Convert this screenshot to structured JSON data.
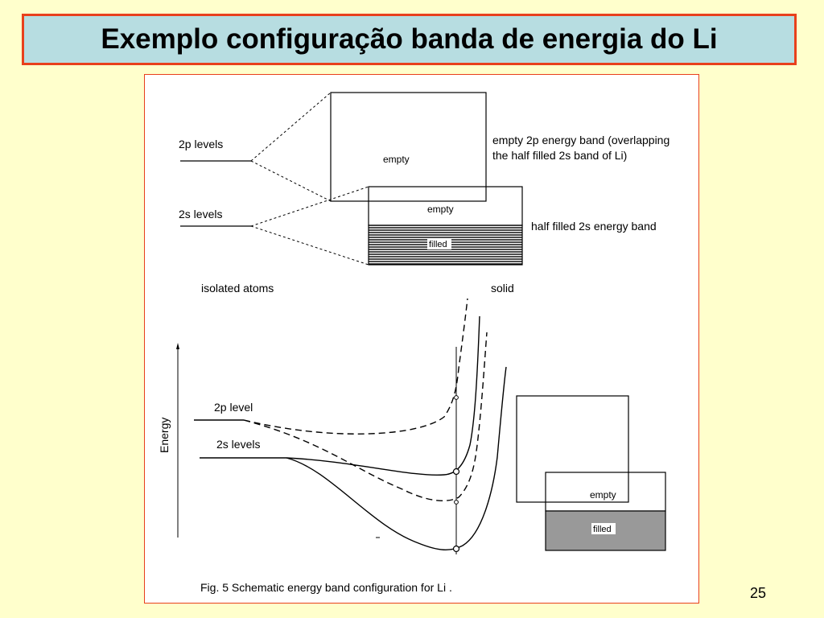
{
  "slide": {
    "title": "Exemplo configuração banda de energia do Li",
    "page_number": "25"
  },
  "figure": {
    "top": {
      "label_2p": "2p levels",
      "label_2s": "2s levels",
      "empty_upper": "empty",
      "empty_lower": "empty",
      "filled": "filled",
      "desc_2p_line1": "empty 2p energy band (overlapping",
      "desc_2p_line2": "the half filled 2s band of Li)",
      "desc_2s": "half filled 2s energy band",
      "isolated_atoms": "isolated atoms",
      "solid": "solid"
    },
    "bottom": {
      "axis_label": "Energy",
      "label_2p": "2p level",
      "label_2s": "2s levels",
      "empty": "empty",
      "filled": "filled"
    },
    "caption": "Fig. 5  Schematic energy band configuration for Li ."
  }
}
